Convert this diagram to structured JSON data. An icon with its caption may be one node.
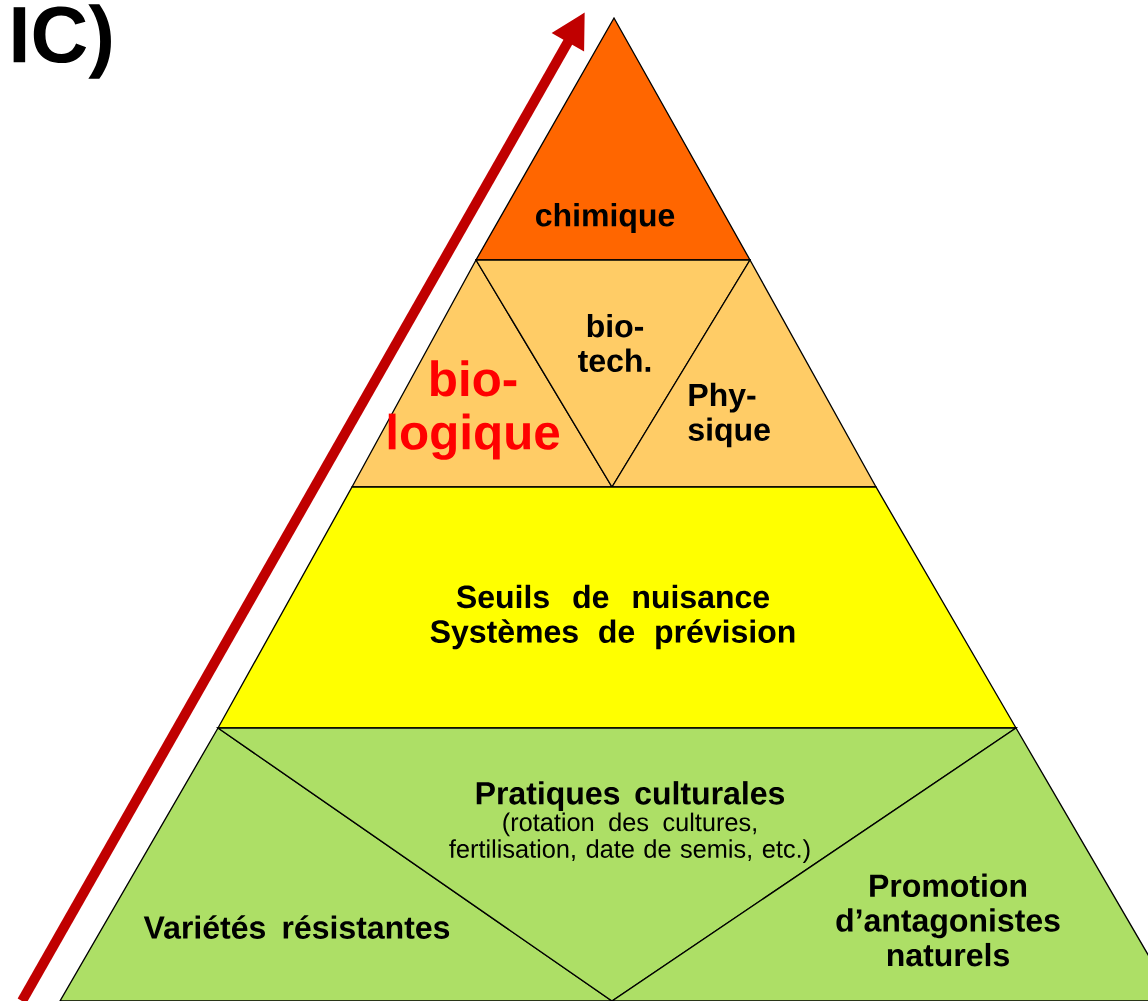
{
  "diagram": {
    "title": "IC)",
    "nodes": [
      {
        "text": [
          "chimique"
        ]
      },
      {
        "text": [
          "bio- logique"
        ]
      },
      {
        "text": [
          "bio- tech."
        ]
      },
      {
        "text": [
          "Phy- sique"
        ]
      },
      {
        "text": [
          "Seuils de nuisance",
          "Systèmes de prévision"
        ]
      },
      {
        "text": [
          "Variétés résistantes"
        ]
      },
      {
        "text": [
          "Pratiques culturales",
          "(rotation des cultures, fertilisation, date de semis, etc.)"
        ]
      },
      {
        "text": [
          "Promotion d’antagonistes naturels"
        ]
      }
    ]
  }
}
